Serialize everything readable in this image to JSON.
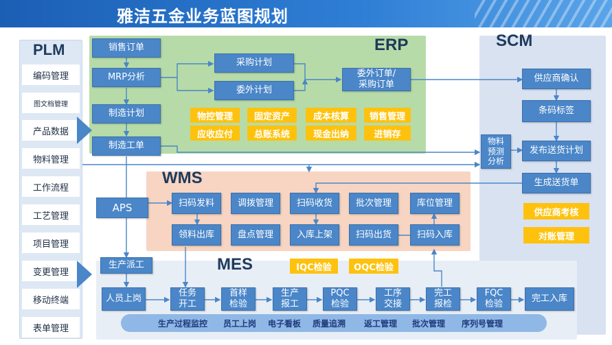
{
  "title": "雅洁五金业务蓝图规划",
  "regions": {
    "plm": "PLM",
    "erp": "ERP",
    "scm": "SCM",
    "wms": "WMS",
    "mes": "MES"
  },
  "plm_items": [
    "编码管理",
    "图文档管理",
    "产品数据",
    "物料管理",
    "工作流程",
    "工艺管理",
    "项目管理",
    "变更管理",
    "移动终端",
    "表单管理"
  ],
  "erp": {
    "sales_order": "销售订单",
    "mrp": "MRP分析",
    "purchase_plan": "采购计划",
    "outsource_plan": "委外计划",
    "outsource_po": "委外订单/\n采购订单",
    "mfg_plan": "制造计划",
    "work_order": "制造工单",
    "modules": [
      "物控管理",
      "固定资产",
      "成本核算",
      "销售管理",
      "应收应付",
      "总账系统",
      "现金出纳",
      "进销存"
    ]
  },
  "scm": {
    "supplier_confirm": "供应商确认",
    "barcode": "条码标签",
    "forecast": "物料\n预测\n分析",
    "delivery_plan": "发布送货计划",
    "delivery_note": "生成送货单",
    "supplier_eval": "供应商考核",
    "reconcile": "对账管理"
  },
  "aps": "APS",
  "wms": {
    "row1": [
      "扫码发料",
      "调拨管理",
      "扫码收货",
      "批次管理",
      "库位管理"
    ],
    "row2": [
      "领料出库",
      "盘点管理",
      "入库上架",
      "扫码出货",
      "扫码入库"
    ],
    "iqc": "IQC检验",
    "oqc": "OQC检验"
  },
  "mes": {
    "dispatch": "生产派工",
    "flow": [
      "人员上岗",
      "任务\n开工",
      "首样\n检验",
      "生产\n报工",
      "PQC\n检验",
      "工序\n交接",
      "完工\n报检",
      "FQC\n检验",
      "完工入库"
    ],
    "bottom": [
      "生产过程监控",
      "员工上岗",
      "电子看板",
      "质量追溯",
      "返工管理",
      "批次管理",
      "序列号管理"
    ]
  },
  "colors": {
    "box_blue": "#4a86c8",
    "gold": "#fec20e",
    "erp_green": "#b7dba8",
    "wms_peach": "#f7d5c2",
    "scm_blue": "#d9e2f1"
  }
}
